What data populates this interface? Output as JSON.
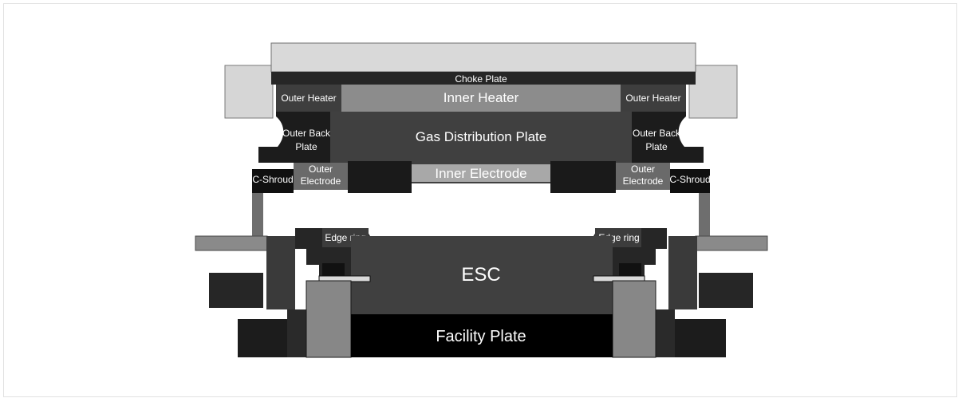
{
  "diagram": {
    "labels": {
      "choke_plate": "Choke Plate",
      "inner_heater": "Inner Heater",
      "outer_heater_left": "Outer Heater",
      "outer_heater_right": "Outer Heater",
      "gas_distribution_plate": "Gas Distribution Plate",
      "outer_back_plate_left_line1": "Outer Back",
      "outer_back_plate_left_line2": "Plate",
      "outer_back_plate_right_line1": "Outer Back",
      "outer_back_plate_right_line2": "Plate",
      "inner_electrode": "Inner Electrode",
      "outer_electrode_left_line1": "Outer",
      "outer_electrode_left_line2": "Electrode",
      "outer_electrode_right_line1": "Outer",
      "outer_electrode_right_line2": "Electrode",
      "c_shroud_left": "C-Shroud",
      "c_shroud_right": "C-Shroud",
      "edge_ring_left": "Edge ring",
      "edge_ring_right": "Edge ring",
      "esc": "ESC",
      "facility_plate": "Facility Plate"
    },
    "colors": {
      "light_gray": "#d9d9d9",
      "mid_gray": "#8c8c8c",
      "dark_gray": "#404040",
      "darker_gray": "#2f2f2f",
      "near_black": "#1f1f1f",
      "black": "#000000",
      "rod_gray": "#6e6e6e",
      "highlight": "#bfbfbf"
    }
  }
}
